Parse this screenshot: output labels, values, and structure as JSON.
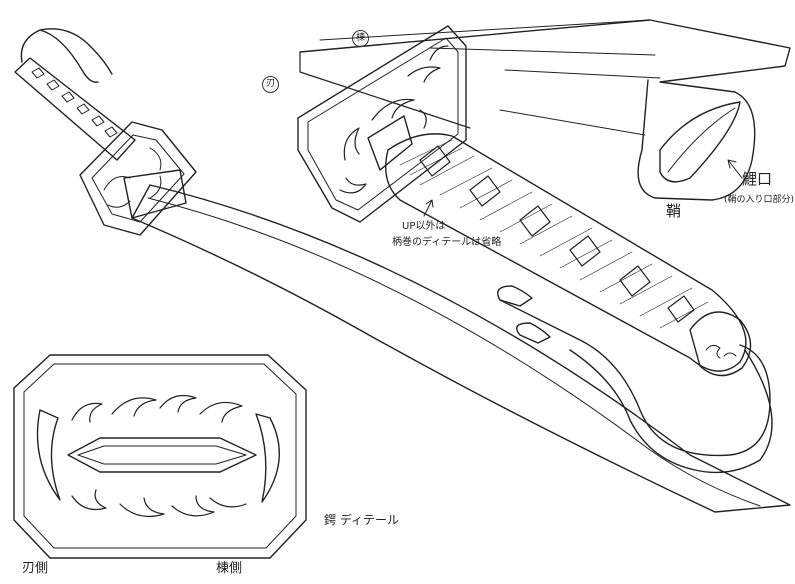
{
  "labels": {
    "mune_circle": "棟",
    "ha_circle": "刃",
    "koiguchi": "鯉口",
    "koiguchi_note": "(鞘の入り口部分)",
    "saya": "鞘",
    "up_note_1": "UP以外は",
    "up_note_2": "柄巻のディテールは省略",
    "tsuba_detail": "鍔 ディテール",
    "ha_side": "刃側",
    "mune_side": "棟側"
  },
  "colors": {
    "ink": "#222222",
    "paper": "#ffffff"
  }
}
